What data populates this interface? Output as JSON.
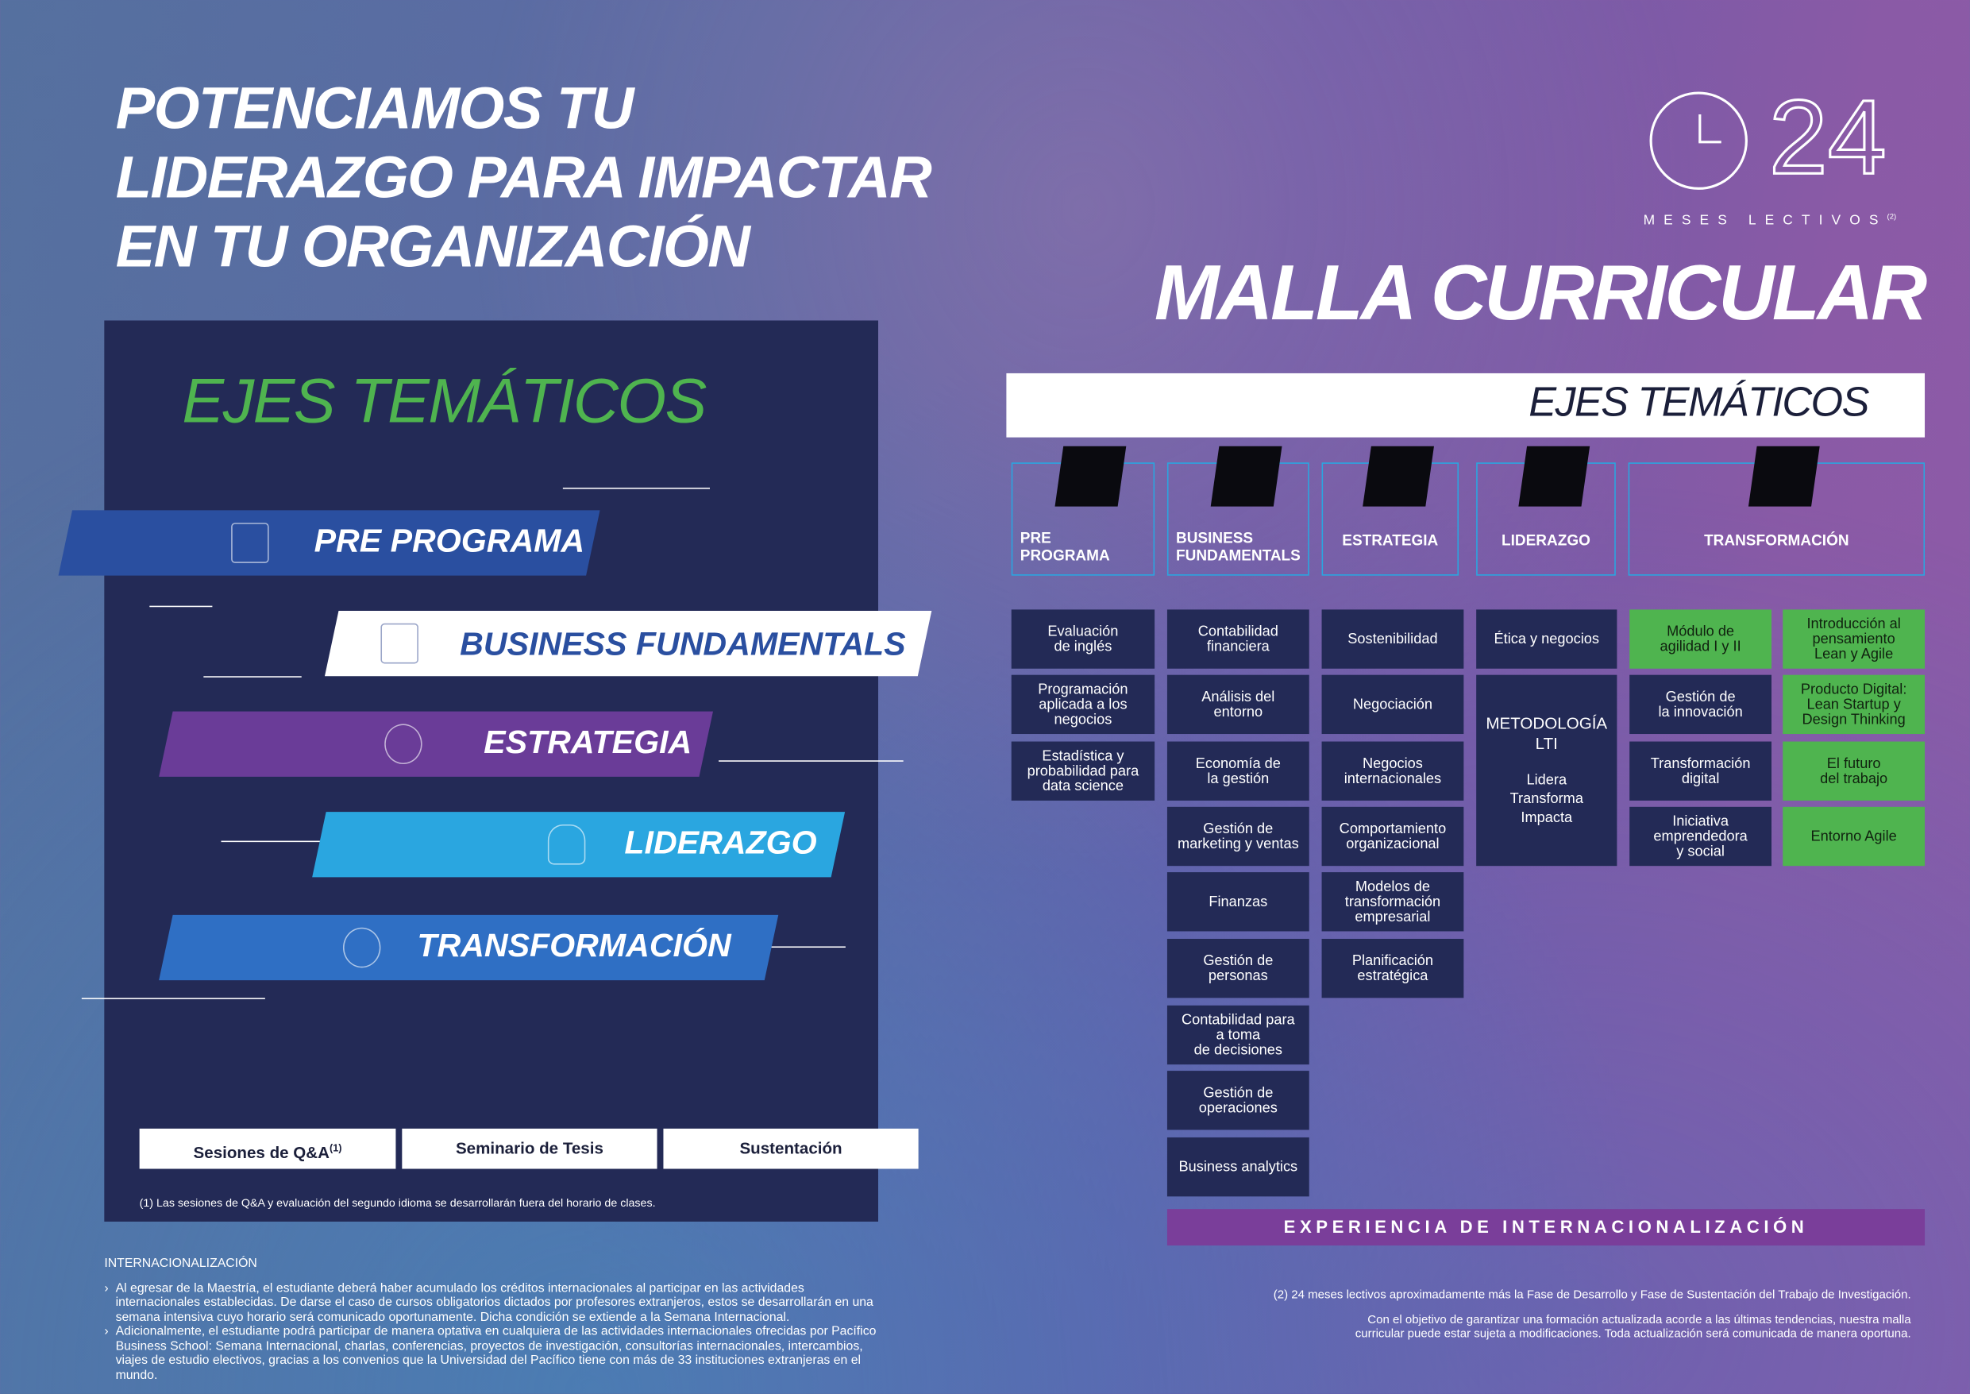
{
  "hero_title": [
    "POTENCIAMOS TU",
    "LIDERAZGO PARA IMPACTAR",
    "EN TU ORGANIZACIÓN"
  ],
  "left_panel": {
    "title": "EJES TEMÁTICOS",
    "banners": [
      "PRE PROGRAMA",
      "BUSINESS FUNDAMENTALS",
      "ESTRATEGIA",
      "LIDERAZGO",
      "TRANSFORMACIÓN"
    ],
    "pills": [
      "Sesiones de Q&A",
      "Seminario de Tesis",
      "Sustentación"
    ],
    "pill_sup": "(1)",
    "footnote": "(1) Las sesiones de Q&A y evaluación del segundo idioma se desarrollarán fuera del horario de clases."
  },
  "internacionalizacion": {
    "heading": "INTERNACIONALIZACIÓN",
    "items": [
      "Al egresar de la Maestría, el estudiante deberá haber acumulado los créditos internacionales al participar en las actividades internacionales establecidas. De darse el caso de cursos obligatorios dictados por profesores extranjeros, estos se desarrollarán en una semana intensiva cuyo horario será comunicado oportunamente. Dicha condición se extiende a la Semana Internacional.",
      "Adicionalmente, el estudiante podrá participar de manera optativa en cualquiera de las actividades internacionales ofrecidas por Pacífico Business School: Semana Internacional, charlas, conferencias, proyectos de investigación, consultorías internacionales, intercambios, viajes de estudio electivos, gracias a los convenios que la Universidad del Pacífico tiene con más de 33 instituciones extranjeras en el mundo."
    ]
  },
  "logo": {
    "number": "24",
    "caption": "MESES LECTIVOS",
    "sup": "(2)"
  },
  "malla_title": "MALLA CURRICULAR",
  "ejes_bar": "EJES TEMÁTICOS",
  "columns": [
    {
      "label": "PRE\nPROGRAMA",
      "icon": "clipboard-icon",
      "cells": [
        "Evaluación\nde inglés",
        "Programación\naplicada a los\nnegocios",
        "Estadística y\nprobabilidad para\ndata science"
      ]
    },
    {
      "label": "BUSINESS\nFUNDAMENTALS",
      "icon": "browser-window-icon",
      "cells": [
        "Contabilidad\nfinanciera",
        "Análisis del\nentorno",
        "Economía de\nla gestión",
        "Gestión de\nmarketing y ventas",
        "Finanzas",
        "Gestión de\npersonas",
        "Contabilidad para\na toma\nde decisiones",
        "Gestión de\noperaciones",
        "Business analytics"
      ]
    },
    {
      "label": "ESTRATEGIA",
      "icon": "thinking-person-icon",
      "cells": [
        "Sostenibilidad",
        "Negociación",
        "Negocios\ninternacionales",
        "Comportamiento\norganizacional",
        "Modelos de\ntransformación\nempresarial",
        "Planificación\nestratégica"
      ]
    },
    {
      "label": "LIDERAZGO",
      "icon": "chess-knight-icon",
      "cells": [
        "Ética y negocios"
      ],
      "tall_cell": {
        "title": "METODOLOGÍA\nLTI",
        "subtitle": "Lidera\nTransforma\nImpacta"
      }
    },
    {
      "label": "TRANSFORMACIÓN",
      "icon": "gear-person-icon",
      "cells": [
        "Módulo de\nagilidad I y II",
        "Gestión de\nla innovación",
        "Transformación\ndigital",
        "Iniciativa\nemprendedora\ny social"
      ],
      "green_cells": [
        "Introducción al\npensamiento\nLean y Agile",
        "Producto Digital:\nLean Startup y\nDesign Thinking",
        "El futuro\ndel trabajo",
        "Entorno Agile"
      ]
    }
  ],
  "experiencia": "EXPERIENCIA DE INTERNACIONALIZACIÓN",
  "footnote_2": "(2) 24 meses lectivos aproximadamente más la Fase de Desarrollo y Fase de Sustentación del Trabajo de Investigación.",
  "disclaimer": "Con el objetivo de garantizar una formación actualizada acorde a las últimas tendencias, nuestra malla curricular puede estar sujeta a modificaciones. Toda actualización será comunicada de manera oportuna.",
  "colors": {
    "navy": "#232a56",
    "green": "#4fb44f",
    "purple": "#7a3e9a",
    "cyan": "#2aa6e0",
    "blue": "#2a4fa0"
  }
}
